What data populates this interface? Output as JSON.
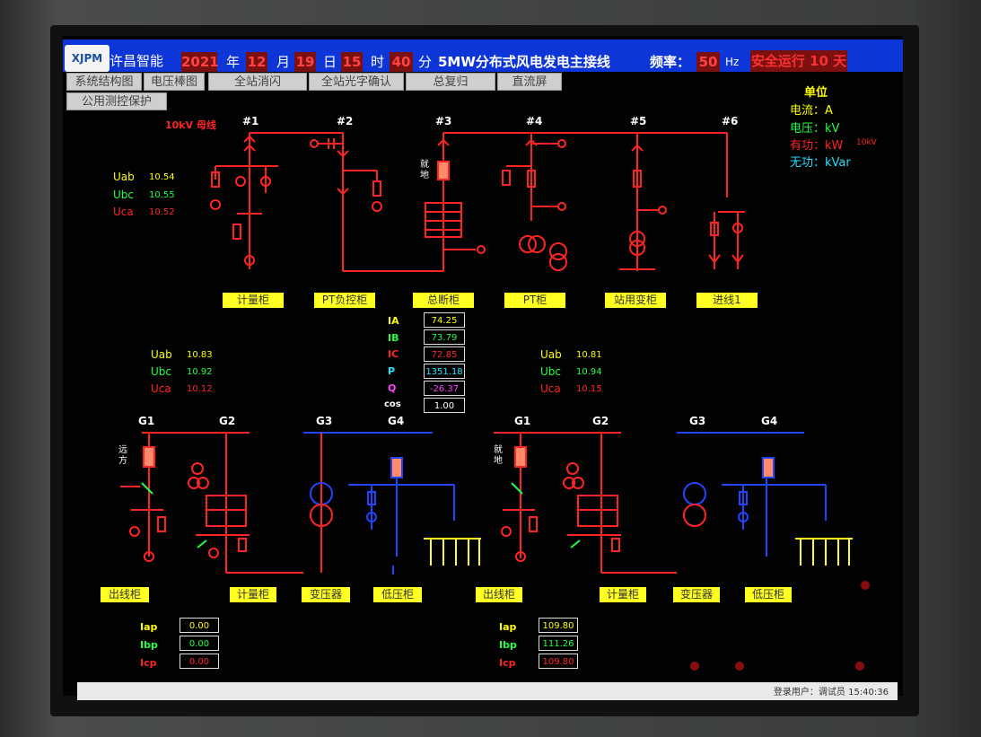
{
  "header": {
    "logo": "XJPM",
    "brand": "许昌智能",
    "year": "2021",
    "year_unit": "年",
    "month": "12",
    "month_unit": "月",
    "day": "19",
    "day_unit": "日",
    "hour": "15",
    "hour_unit": "时",
    "minute": "40",
    "minute_unit": "分",
    "title": "5MW分布式风电发电主接线",
    "freq_label": "频率：",
    "freq_value": "50",
    "freq_unit": "Hz",
    "safe_run": "安全运行 10 天"
  },
  "menu": [
    "系统结构图",
    "电压棒图",
    "全站消闪",
    "全站光字确认",
    "总复归",
    "直流屏",
    "公用测控保护"
  ],
  "units": {
    "title": "单位",
    "current": "电流：A",
    "voltage": "电压：kV",
    "active": "有功：kW",
    "reactive": "无功：kVar"
  },
  "bus": {
    "label": "10kV 母线",
    "right_label": "10kV"
  },
  "feeders": [
    "#1",
    "#2",
    "#3",
    "#4",
    "#5",
    "#6"
  ],
  "feeder_labels": [
    "计量柜",
    "PT负控柜",
    "总断柜",
    "PT柜",
    "站用变柜",
    "进线1"
  ],
  "switch_text": "就地",
  "top_voltages": {
    "names": [
      "Uab",
      "Ubc",
      "Uca"
    ],
    "values": [
      "10.54",
      "10.55",
      "10.52"
    ]
  },
  "meters": {
    "names": [
      "IA",
      "IB",
      "IC",
      "P",
      "Q",
      "cos"
    ],
    "values": [
      "74.25",
      "73.79",
      "72.85",
      "1351.18",
      "-26.37",
      "1.00"
    ],
    "colors": [
      "#ffff00",
      "#22ff44",
      "#ff2424",
      "#22e0ff",
      "#ff44ff",
      "#ffffff"
    ]
  },
  "left_group": {
    "voltages": [
      "10.83",
      "10.92",
      "10.12"
    ],
    "gens": [
      "G1",
      "G2",
      "G3",
      "G4"
    ],
    "switch_text": "远方",
    "labels": [
      "出线柜",
      "计量柜",
      "变压器",
      "低压柜"
    ],
    "currents": {
      "names": [
        "Iap",
        "Ibp",
        "Icp"
      ],
      "values": [
        "0.00",
        "0.00",
        "0.00"
      ]
    }
  },
  "right_group": {
    "voltages": [
      "10.81",
      "10.94",
      "10.15"
    ],
    "gens": [
      "G1",
      "G2",
      "G3",
      "G4"
    ],
    "switch_text": "就地",
    "labels": [
      "出线柜",
      "计量柜",
      "变压器",
      "低压柜"
    ],
    "currents": {
      "names": [
        "Iap",
        "Ibp",
        "Icp"
      ],
      "values": [
        "109.80",
        "111.26",
        "109.80"
      ]
    }
  },
  "taskbar": {
    "login": "登录用户：调试员",
    "time": "15:40:36"
  },
  "colors": {
    "red_line": "#ff2424",
    "blue_line": "#2244ff",
    "yellow_line": "#ffff22"
  }
}
